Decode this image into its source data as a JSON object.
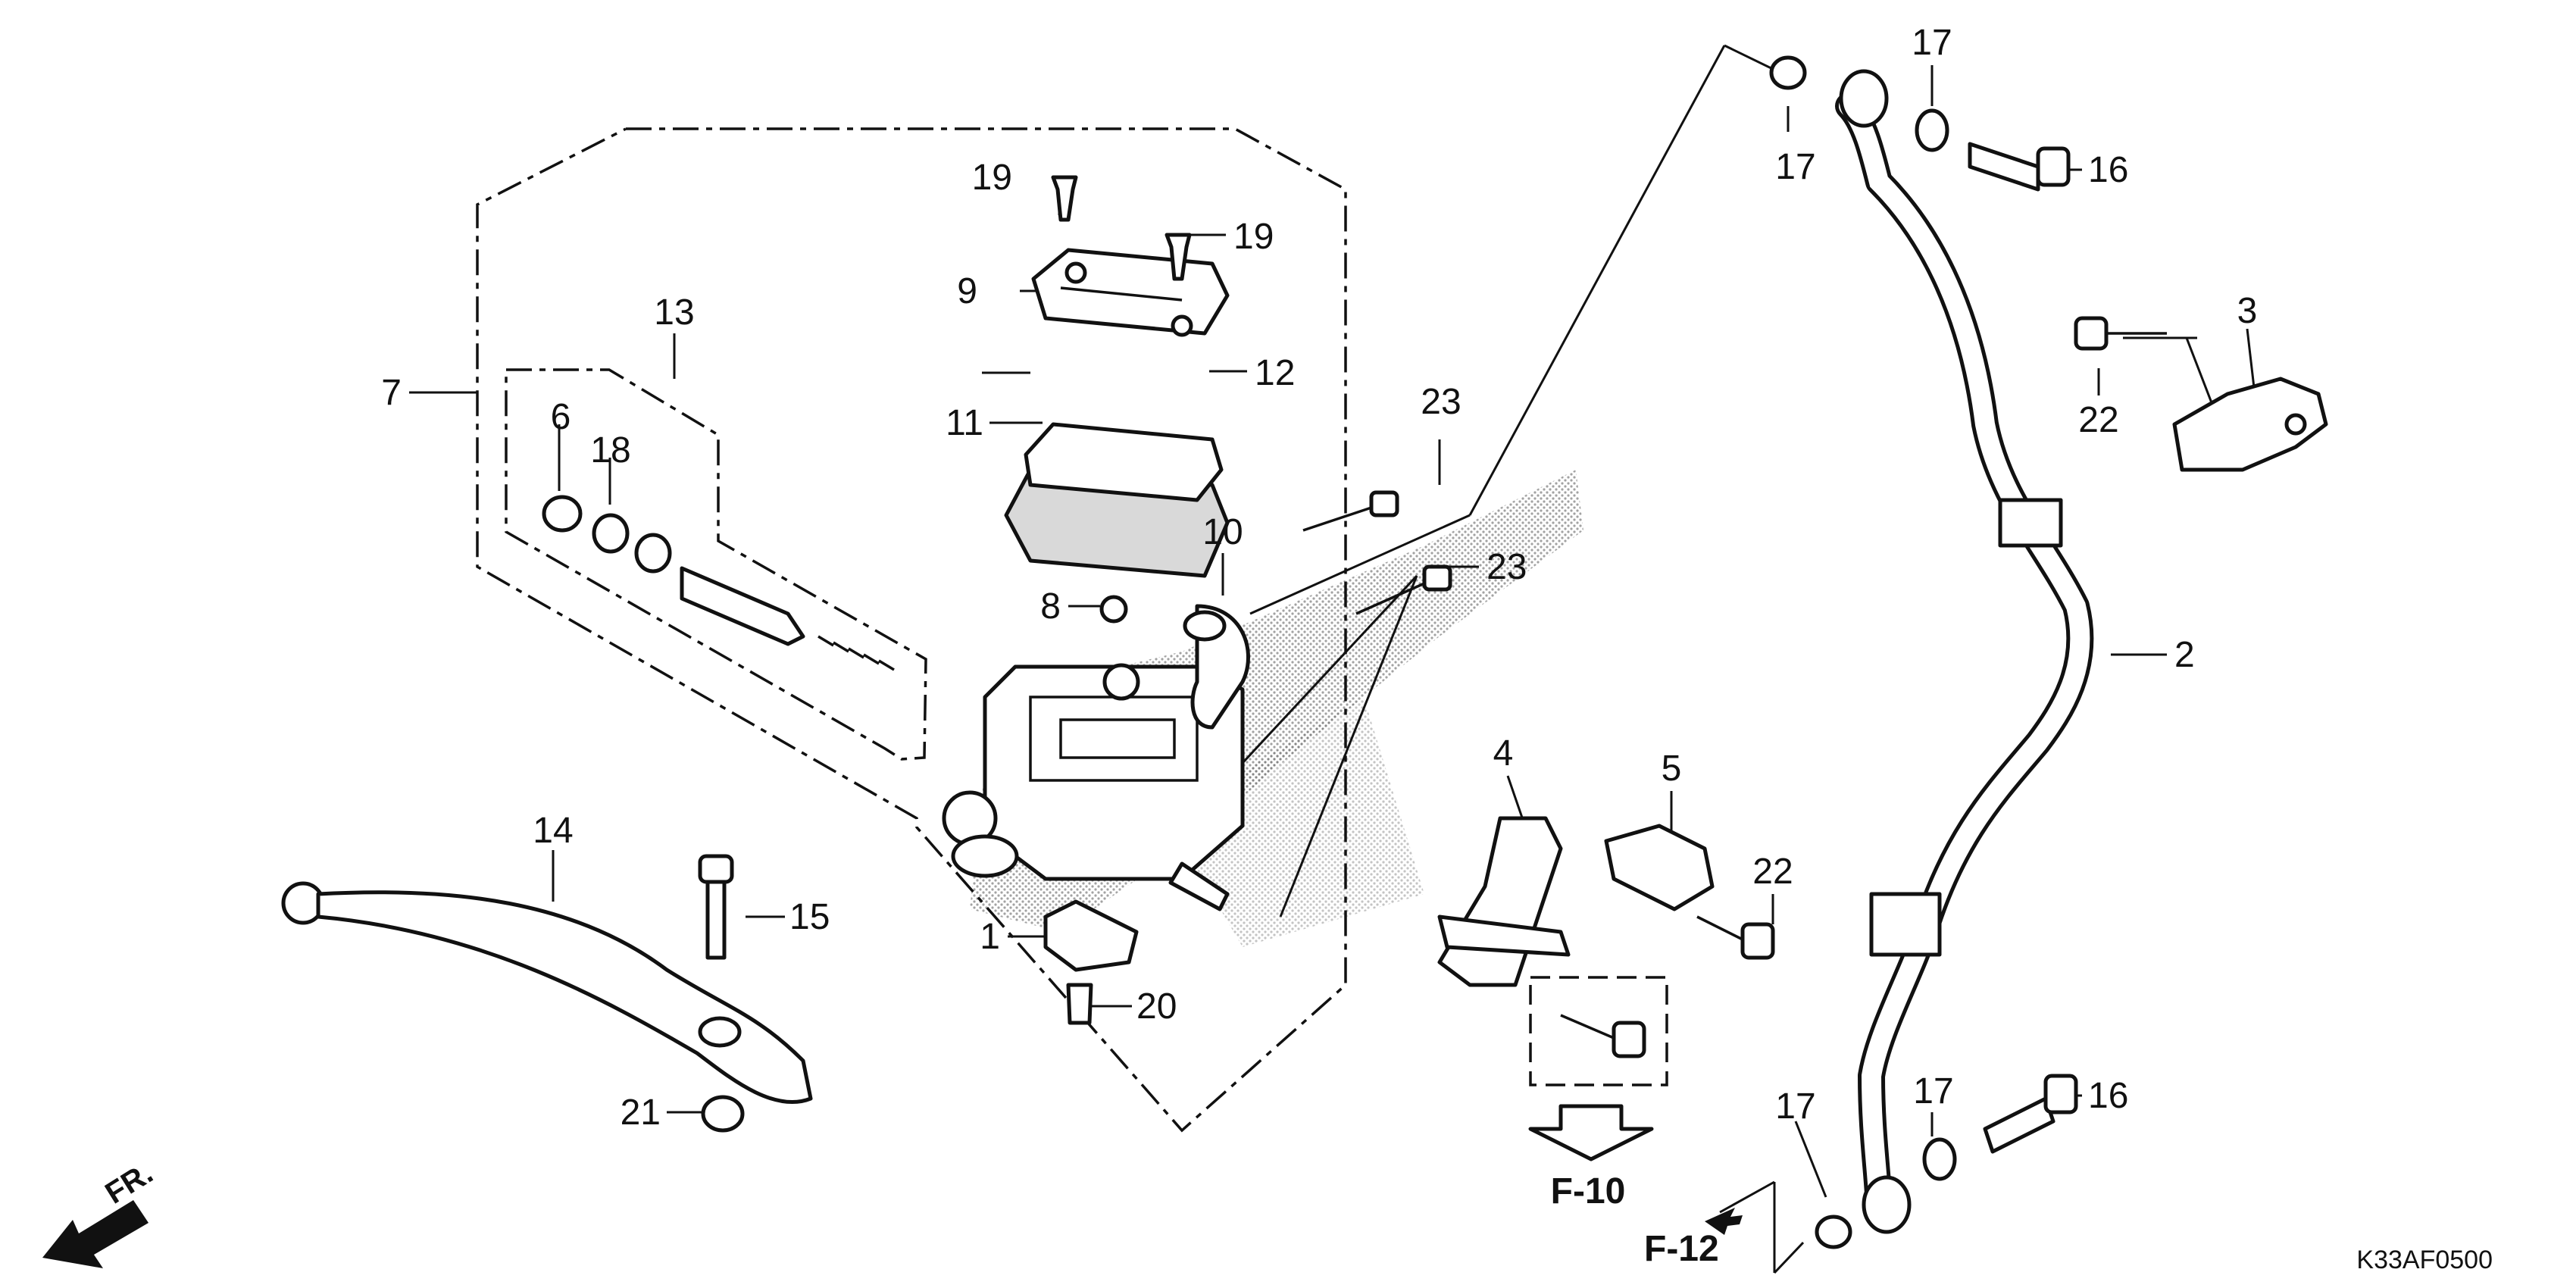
{
  "callouts": {
    "n1": "1",
    "n2": "2",
    "n3": "3",
    "n4": "4",
    "n5": "5",
    "n6": "6",
    "n7": "7",
    "n8": "8",
    "n9": "9",
    "n10": "10",
    "n11": "11",
    "n12": "12",
    "n13": "13",
    "n14": "14",
    "n15": "15",
    "n16a": "16",
    "n16b": "16",
    "n17a": "17",
    "n17b": "17",
    "n17c": "17",
    "n17d": "17",
    "n18": "18",
    "n19a": "19",
    "n19b": "19",
    "n20": "20",
    "n21": "21",
    "n22a": "22",
    "n22b": "22",
    "n23a": "23",
    "n23b": "23"
  },
  "refs": {
    "f10": "F-10",
    "f12": "F-12",
    "front": "FR."
  },
  "diagram_code": "K33AF0500"
}
